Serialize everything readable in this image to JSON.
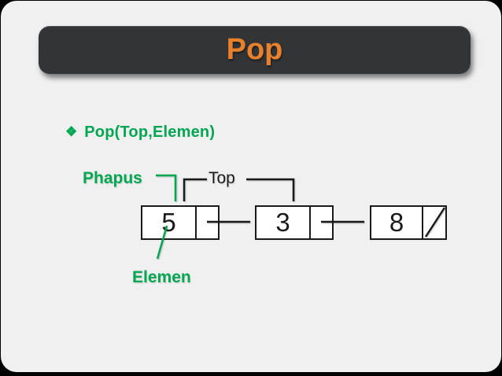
{
  "slide": {
    "title": "Pop",
    "bullet": {
      "marker": "❖",
      "text": "Pop(Top,Elemen)"
    },
    "labels": {
      "phapus": "Phapus",
      "top": "Top",
      "elemen": "Elemen"
    },
    "nodes": [
      {
        "value": "5",
        "next_is_null": false
      },
      {
        "value": "3",
        "next_is_null": false
      },
      {
        "value": "8",
        "next_is_null": true
      }
    ],
    "colors": {
      "accent_orange": "#E8812D",
      "accent_green": "#00A651",
      "title_bar_bg": "#333436",
      "slide_bg": "#F0F0F0",
      "ink": "#1A1A1A",
      "page_bg": "#000000"
    }
  }
}
